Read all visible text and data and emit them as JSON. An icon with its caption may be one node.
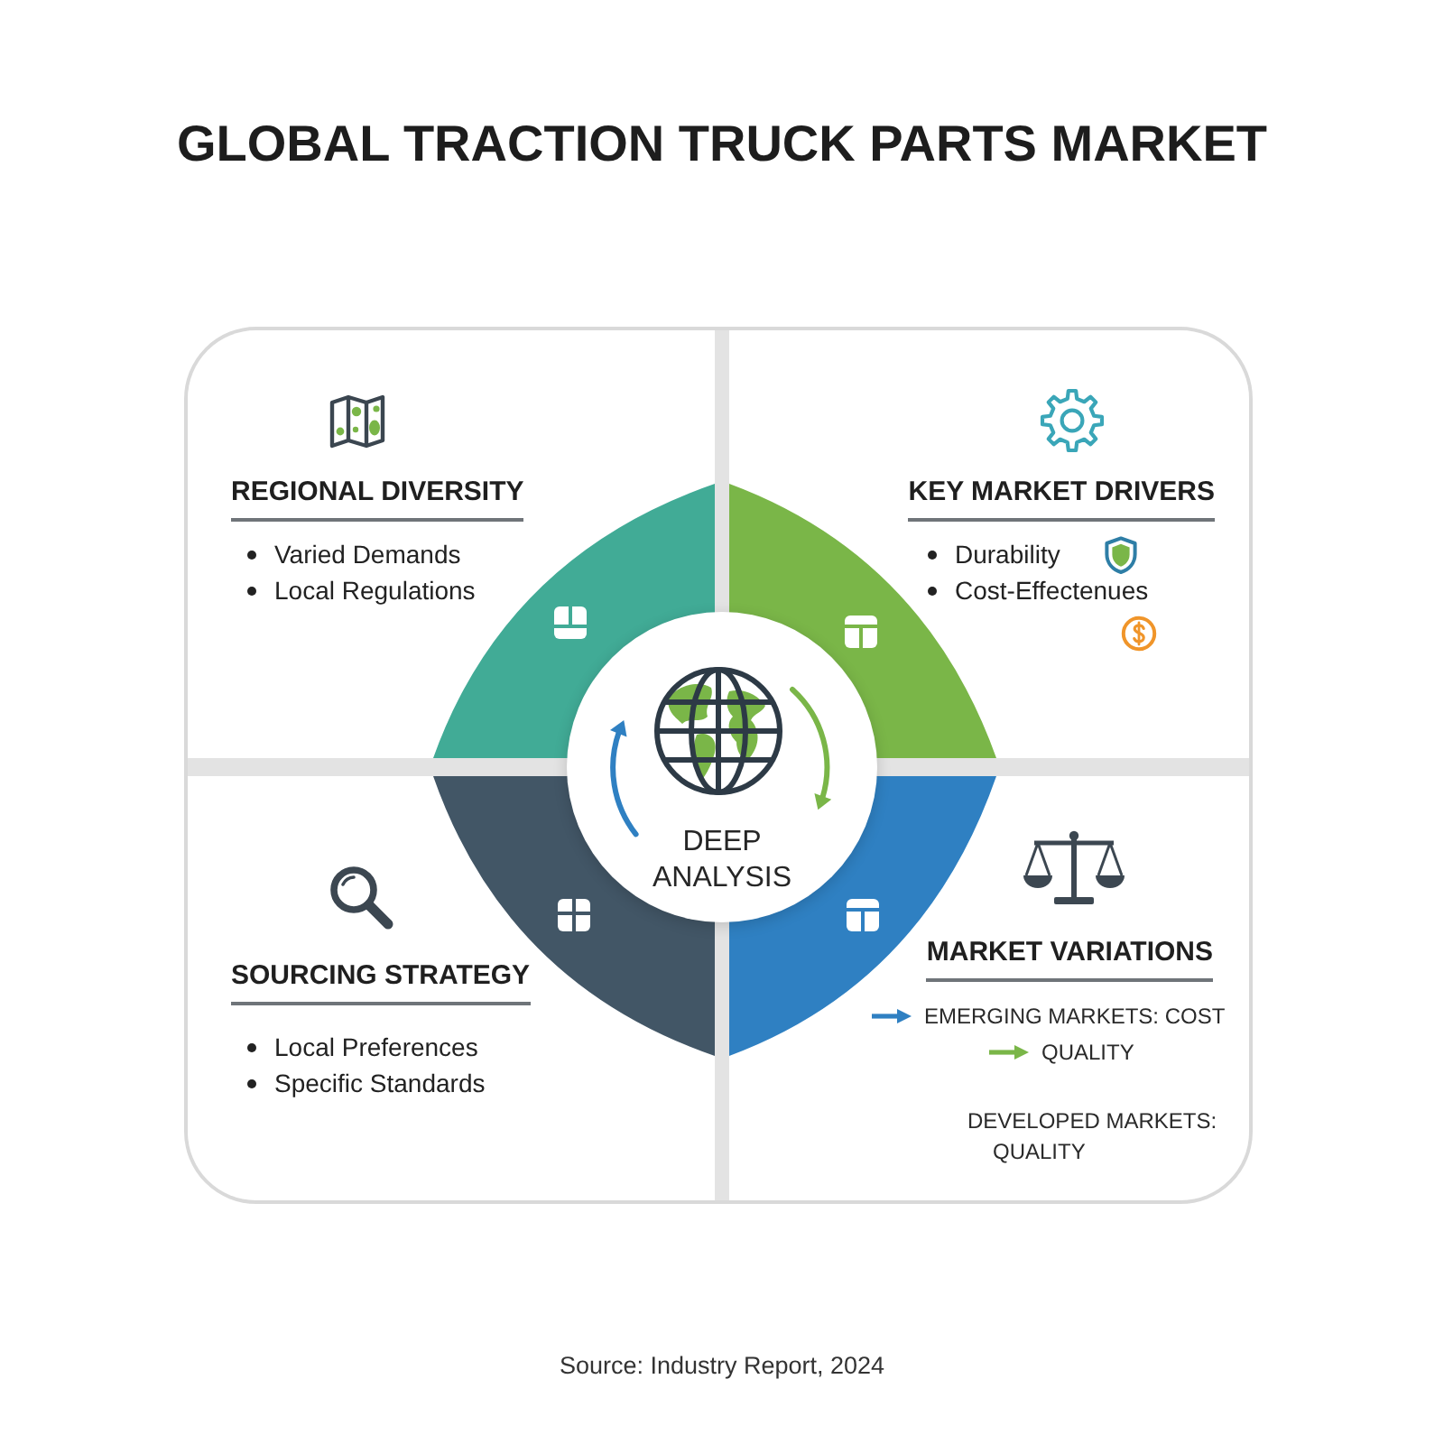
{
  "diagram": {
    "title": "GLOBAL TRACTION TRUCK PARTS MARKET",
    "caption": "Source: Industry Report, 2024",
    "nodes": [
      {
        "text": [
          "REGIONAL DIVERSITY",
          "Varied Demands",
          "Local Regulations"
        ]
      },
      {
        "text": [
          "KEY MARKET DRIVERS",
          "Durability",
          "Cost-Effectenues"
        ]
      },
      {
        "text": [
          "SOURCING STRATEGY",
          "Local Preferences",
          "Specific Standards"
        ]
      },
      {
        "text": [
          "MARKET VARIATIONS",
          "EMERGING MARKETS: COST",
          "QUALITY",
          "DEVELOPED MARKETS: QUALITY"
        ]
      },
      {
        "text": [
          "DEEP ANALYSIS"
        ]
      }
    ]
  }
}
